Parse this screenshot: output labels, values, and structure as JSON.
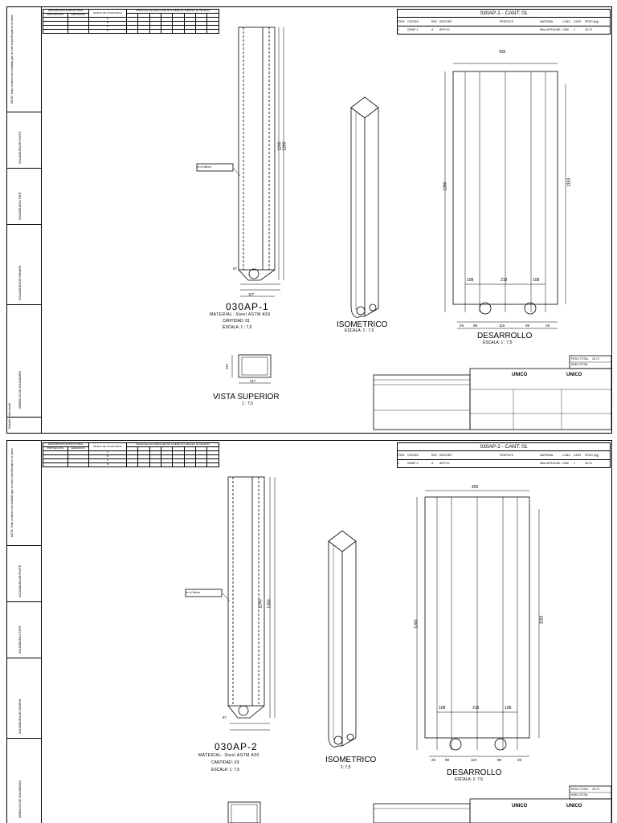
{
  "sidebar": {
    "design_note": "NOTA: Toda construcción soldada que no esté especificada en el plano",
    "weld_labels": [
      "SOLDADURA DE FILETE",
      "SOLDADURA A TOPE",
      "SOLDADURA DE RANURA",
      "SÍMBOLOS DE SOLDADURA"
    ],
    "footer_text": "Detalle estructural"
  },
  "header_table": {
    "title": "DESCRIPCIÓN ESTRUCTURAL",
    "cols": [
      "PROYECCIÓN",
      "ELEVACIÓN"
    ],
    "grade_label": "GRADO DE TOLERANCIA",
    "grades": [
      "A",
      "B",
      "C",
      "D"
    ],
    "note": "Tolerancias permisibles para las medidas sin indicación de tolerancia"
  },
  "sheets": [
    {
      "title": "030AP-1 - CANT: 01",
      "part_label": "030AP-1",
      "material": "MATERIAL: Steel ASTM A50",
      "quantity": "CANTIDAD: 01",
      "scale": "ESCALA: 1 : 7,5",
      "iso_label": "ISOMETRICO",
      "iso_scale": "ESCALA: 1 : 7,5",
      "dev_label": "DESARROLLO",
      "dev_scale": "ESCALA: 1 : 7,5",
      "top_label": "VISTA SUPERIOR",
      "top_scale": "1 : 7,5",
      "callout": "e=4.5mm",
      "dims": {
        "h1": "1240",
        "h2": "1280",
        "w1": "117",
        "w2": "67",
        "dev_w": "435",
        "dev_h": "1280",
        "dev_h2": "1193",
        "dev_seg": [
          "108",
          "218",
          "108"
        ],
        "dev_bottom": [
          "29",
          "99",
          "119",
          "99",
          "29"
        ],
        "top_w": "117",
        "top_h": "117"
      },
      "table_cols": [
        "ITEM",
        "CODIGO",
        "REV",
        "DESCRIP.",
        "PERFILES",
        "MATERIAL",
        "LONG",
        "CANT",
        "PESO (Kg)"
      ],
      "table_row": [
        "1",
        "030AP-1",
        "A",
        "APOYO",
        "",
        "Steel ASTM A50",
        "1280",
        "1",
        "18.73"
      ],
      "peso_total": "PESO TOTAL",
      "peso_val": "18.73",
      "area_total": "AREA TOTAL",
      "company": "UNICO"
    },
    {
      "title": "030AP-2 - CANT: 01",
      "part_label": "030AP-2",
      "material": "MATERIAL: Steel ASTM A50",
      "quantity": "CANTIDAD: XX",
      "scale": "ESCALA: 1: 7,5",
      "iso_label": "ISOMETRICO",
      "iso_scale": "1: 7,5",
      "dev_label": "DESARROLLO",
      "dev_scale": "ESCALA: 1: 7,5",
      "callout": "e=4.5mm",
      "dims": {
        "h1": "1240",
        "h2": "1280",
        "w2": "67",
        "dev_w": "435",
        "dev_h": "1280",
        "dev_h2": "1193",
        "dev_seg": [
          "108",
          "218",
          "108"
        ],
        "dev_bottom": [
          "29",
          "99",
          "119",
          "99",
          "29"
        ]
      },
      "table_cols": [
        "ITEM",
        "CODIGO",
        "REV",
        "DESCRIP.",
        "PERFILES",
        "MATERIAL",
        "LONG",
        "CANT",
        "PESO (Kg)"
      ],
      "table_row": [
        "1",
        "030AP-2",
        "A",
        "APOYO",
        "",
        "Steel ASTM A50",
        "1280",
        "1",
        "18.73"
      ],
      "peso_total": "PESO TOTAL",
      "peso_val": "18.73",
      "area_total": "AREA TOTAL",
      "company": "UNICO"
    }
  ]
}
